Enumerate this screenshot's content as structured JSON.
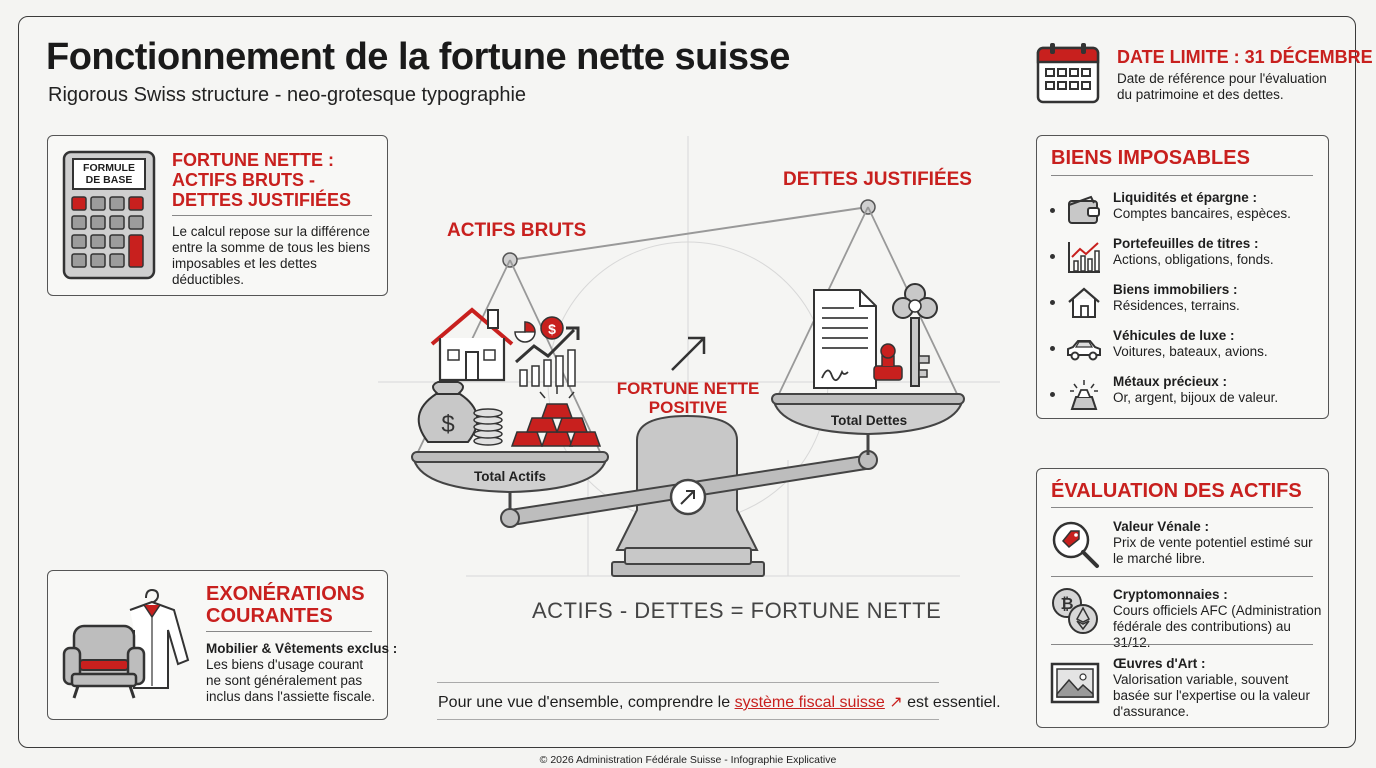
{
  "header": {
    "title": "Fonctionnement de la fortune nette suisse",
    "subtitle": "Rigorous Swiss structure - neo-grotesque typographie"
  },
  "deadline": {
    "title": "DATE LIMITE : 31 DÉCEMBRE",
    "text": "Date de référence pour l'évaluation du patrimoine et des dettes."
  },
  "formula": {
    "calculator_label_line1": "FORMULE",
    "calculator_label_line2": "DE BASE",
    "title_line1": "FORTUNE NETTE :",
    "title_line2": "ACTIFS BRUTS -",
    "title_line3": "DETTES JUSTIFIÉES",
    "text": "Le calcul repose sur la différence entre la somme de tous les biens imposables et les dettes déductibles."
  },
  "scale": {
    "assets_label": "ACTIFS BRUTS",
    "debts_label": "DETTES JUSTIFIÉES",
    "result_line1": "FORTUNE NETTE",
    "result_line2": "POSITIVE",
    "assets_pan": "Total Actifs",
    "debts_pan": "Total Dettes",
    "equation": "ACTIFS - DETTES = FORTUNE NETTE"
  },
  "bottom_note": {
    "before": "Pour une vue d'ensemble, comprendre le ",
    "link": "système fiscal suisse",
    "after": " est essentiel."
  },
  "exonerations": {
    "title_line1": "EXONÉRATIONS",
    "title_line2": "COURANTES",
    "label": "Mobilier & Vêtements exclus :",
    "text": "Les biens d'usage courant ne sont généralement pas inclus dans l'assiette fiscale."
  },
  "biens": {
    "title": "BIENS IMPOSABLES",
    "items": [
      {
        "icon": "wallet-icon",
        "label": "Liquidités et épargne :",
        "value": "Comptes bancaires, espèces."
      },
      {
        "icon": "chart-icon",
        "label": "Portefeuilles de titres :",
        "value": "Actions, obligations, fonds."
      },
      {
        "icon": "house-icon",
        "label": "Biens immobiliers :",
        "value": "Résidences, terrains."
      },
      {
        "icon": "car-icon",
        "label": "Véhicules de luxe :",
        "value": "Voitures, bateaux, avions."
      },
      {
        "icon": "gold-icon",
        "label": "Métaux précieux :",
        "value": "Or, argent, bijoux de valeur."
      }
    ]
  },
  "evaluation": {
    "title": "ÉVALUATION DES ACTIFS",
    "items": [
      {
        "icon": "magnifier-tag-icon",
        "label": "Valeur Vénale :",
        "value": "Prix de vente potentiel estimé sur le marché libre."
      },
      {
        "icon": "crypto-icon",
        "label": "Cryptomonnaies :",
        "value": "Cours officiels AFC (Administration fédérale des contributions) au 31/12."
      },
      {
        "icon": "artwork-icon",
        "label": "Œuvres d'Art :",
        "value": "Valorisation variable, souvent basée sur l'expertise ou la valeur d'assurance."
      }
    ]
  },
  "footer": "© 2026 Administration Fédérale Suisse - Infographie Explicative",
  "colors": {
    "accent": "#c8201e",
    "ink": "#1e1e1e",
    "grey": "#9a9a9a"
  }
}
